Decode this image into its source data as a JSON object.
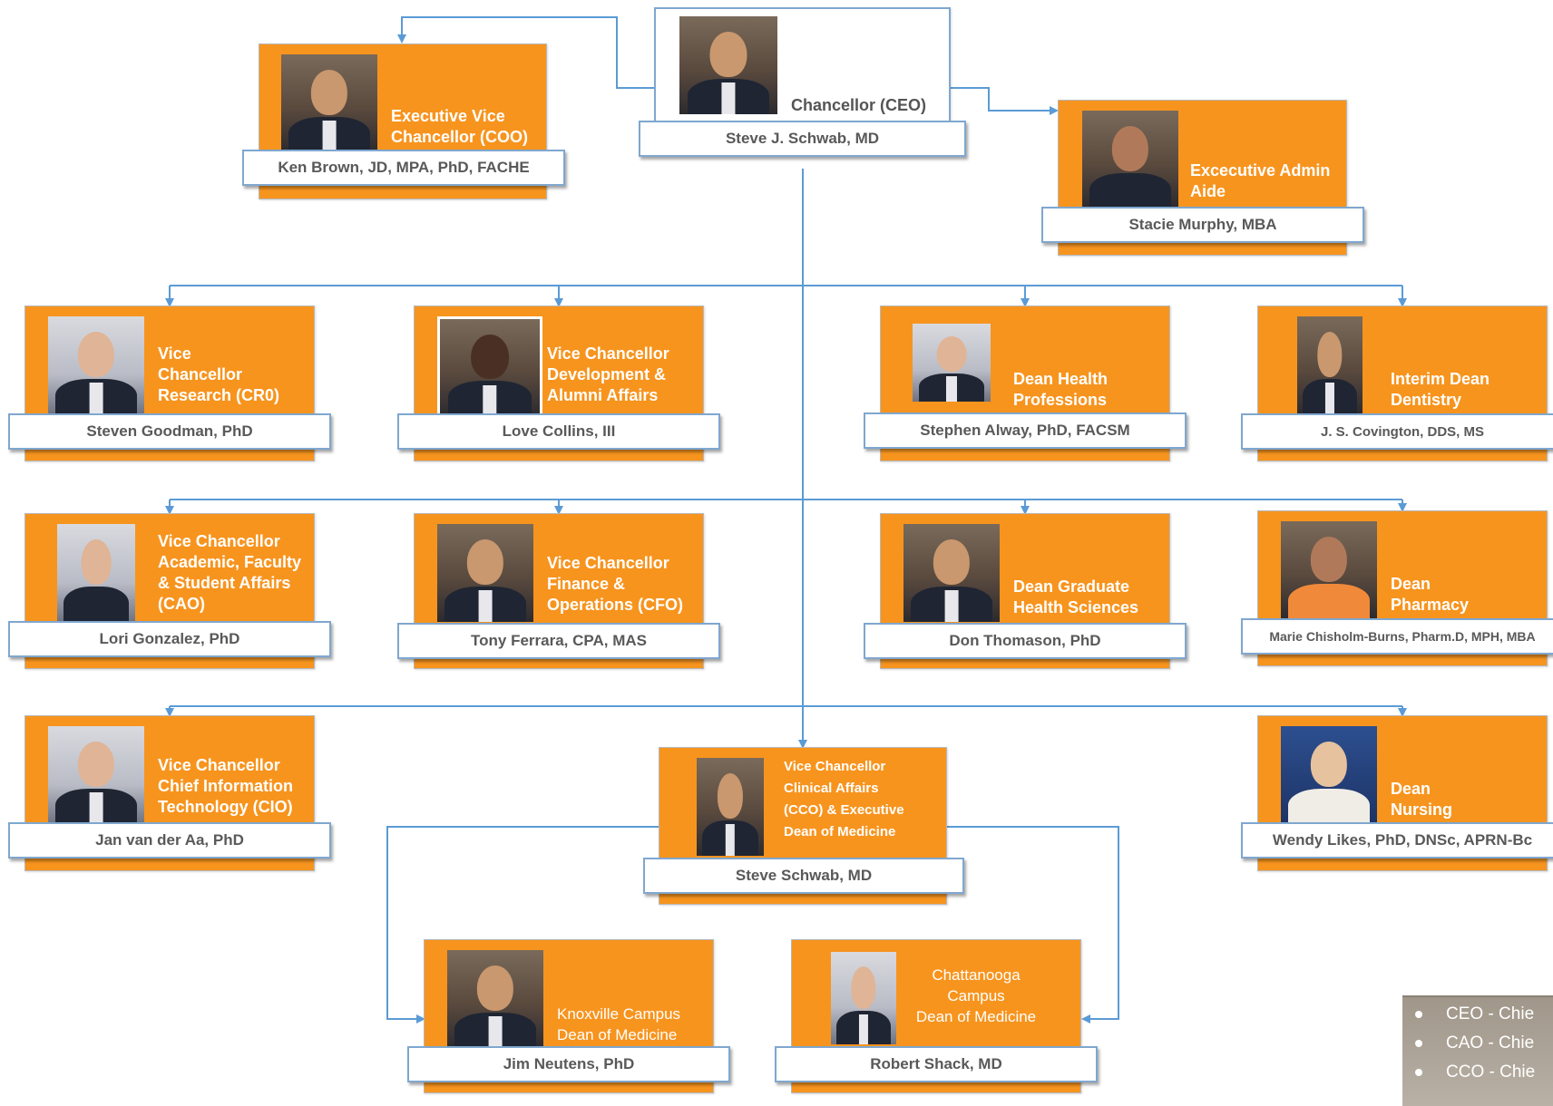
{
  "nodes": [
    {
      "id": "ceo",
      "title": "Chancellor (CEO)",
      "name": "Steve J. Schwab, MD",
      "photo": "man"
    },
    {
      "id": "coo",
      "title": "Executive Vice\nChancellor (COO)",
      "name": "Ken Brown, JD, MPA, PhD, FACHE",
      "photo": "man"
    },
    {
      "id": "admin",
      "title": "Excecutive Admin\nAide",
      "name": "Stacie Murphy, MBA",
      "photo": "woman"
    },
    {
      "id": "research",
      "title": "Vice\nChancellor\nResearch (CR0)",
      "name": "Steven Goodman, PhD",
      "photo": "man-light"
    },
    {
      "id": "development",
      "title": "Vice Chancellor\nDevelopment &\nAlumni Affairs",
      "name": "Love Collins, III",
      "photo": "man-framed"
    },
    {
      "id": "health",
      "title": "Dean Health\nProfessions",
      "name": "Stephen Alway, PhD, FACSM",
      "photo": "man-light"
    },
    {
      "id": "dentistry",
      "title": "Interim Dean\nDentistry",
      "name": "J. S. Covington, DDS, MS",
      "photo": "man"
    },
    {
      "id": "academic",
      "title": "Vice Chancellor\nAcademic, Faculty\n& Student Affairs\n(CAO)",
      "name": "Lori Gonzalez, PhD",
      "photo": "woman"
    },
    {
      "id": "finance",
      "title": "Vice Chancellor\nFinance &\nOperations (CFO)",
      "name": "Tony Ferrara, CPA, MAS",
      "photo": "man"
    },
    {
      "id": "graduate",
      "title": "Dean Graduate\nHealth Sciences",
      "name": "Don Thomason, PhD",
      "photo": "man"
    },
    {
      "id": "pharmacy",
      "title": "Dean\nPharmacy",
      "name": "Marie Chisholm-Burns, Pharm.D, MPH, MBA",
      "photo": "woman-orange"
    },
    {
      "id": "it",
      "title": "Vice Chancellor\nChief Information\nTechnology (CIO)",
      "name": "Jan van der Aa, PhD",
      "photo": "man-light"
    },
    {
      "id": "clinical",
      "title": "Vice Chancellor\nClinical Affairs\n(CCO) & Executive\n Dean of Medicine",
      "name": "Steve Schwab, MD",
      "photo": "man"
    },
    {
      "id": "nursing",
      "title": "Dean\nNursing",
      "name": "Wendy Likes, PhD, DNSc, APRN-Bc",
      "photo": "woman-blue"
    },
    {
      "id": "knoxville",
      "title": "Knoxville Campus\nDean of Medicine",
      "name": "Jim Neutens, PhD",
      "photo": "man"
    },
    {
      "id": "chattanooga",
      "title": "Chattanooga\nCampus\nDean  of Medicine",
      "name": "Robert Shack, MD",
      "photo": "man-light"
    }
  ],
  "reporting_lines": [
    {
      "from": "ceo",
      "to": "coo"
    },
    {
      "from": "ceo",
      "to": "admin"
    },
    {
      "from": "ceo",
      "to": "research"
    },
    {
      "from": "ceo",
      "to": "development"
    },
    {
      "from": "ceo",
      "to": "health"
    },
    {
      "from": "ceo",
      "to": "dentistry"
    },
    {
      "from": "ceo",
      "to": "academic"
    },
    {
      "from": "ceo",
      "to": "finance"
    },
    {
      "from": "ceo",
      "to": "graduate"
    },
    {
      "from": "ceo",
      "to": "pharmacy"
    },
    {
      "from": "ceo",
      "to": "it"
    },
    {
      "from": "ceo",
      "to": "clinical"
    },
    {
      "from": "ceo",
      "to": "nursing"
    },
    {
      "from": "clinical",
      "to": "knoxville"
    },
    {
      "from": "clinical",
      "to": "chattanooga"
    }
  ],
  "legend": {
    "items": [
      "CEO - Chie",
      "CAO - Chie",
      "CCO - Chie"
    ]
  },
  "colors": {
    "card": "#f7941e",
    "connector": "#5b9bd5",
    "namebar_border": "#7fa7cf",
    "name_text": "#595959",
    "legend_bg": "#a0968a"
  }
}
